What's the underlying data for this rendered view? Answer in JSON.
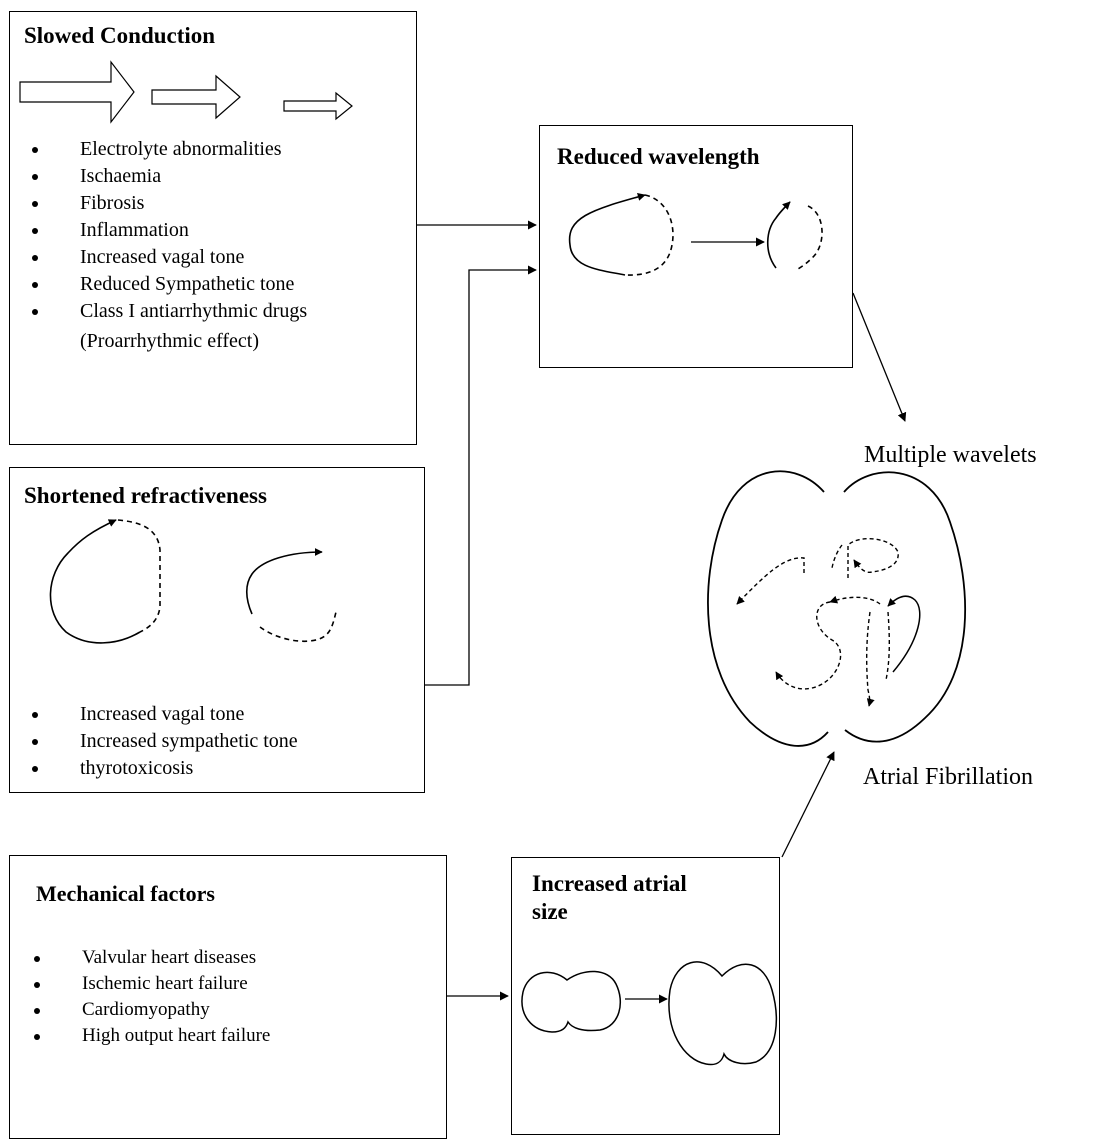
{
  "boxes": {
    "slowed": {
      "title": "Slowed Conduction",
      "items": [
        "Electrolyte abnormalities",
        "Ischaemia",
        "Fibrosis",
        "Inflammation",
        "Increased vagal tone",
        "Reduced Sympathetic tone",
        "Class I antiarrhythmic drugs"
      ],
      "continuation": "(Proarrhythmic effect)"
    },
    "shortened": {
      "title": "Shortened refractiveness",
      "items": [
        "Increased vagal tone",
        "Increased sympathetic tone",
        "thyrotoxicosis"
      ]
    },
    "mechanical": {
      "title": "Mechanical factors",
      "items": [
        "Valvular heart diseases",
        "Ischemic heart failure",
        "Cardiomyopathy",
        "High output heart failure"
      ]
    },
    "wavelength": {
      "title": "Reduced wavelength"
    },
    "atrial_size": {
      "title_line1": "Increased atrial",
      "title_line2": "size"
    }
  },
  "labels": {
    "multiple_wavelets": "Multiple wavelets",
    "atrial_fibrillation": "Atrial Fibrillation"
  }
}
